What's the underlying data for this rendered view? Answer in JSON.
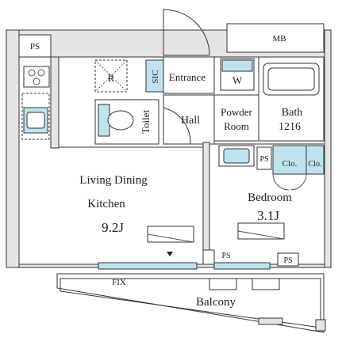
{
  "labels": {
    "ps_top_left": "PS",
    "mb": "MB",
    "r": "R",
    "sic": "SIC",
    "entrance": "Entrance",
    "w": "W",
    "toilet": "Toilet",
    "hall": "Hall",
    "powder_room_line1": "Powder",
    "powder_room_line2": "Room",
    "bath": "Bath",
    "bath_size": "1216",
    "ps_mid": "PS",
    "clo1": "Clo.",
    "clo2": "Clo.",
    "living_line1": "Living Dining",
    "living_line2": "Kitchen",
    "living_size": "9.2J",
    "bedroom": "Bedroom",
    "bedroom_size": "3.1J",
    "ps_bottom_mid": "PS",
    "ps_bottom_right": "PS",
    "fix": "FIX",
    "balcony": "Balcony"
  },
  "colors": {
    "fixture_blue": "#bfe3ee",
    "wall_gray": "#d8d8d8",
    "line": "#333333"
  }
}
